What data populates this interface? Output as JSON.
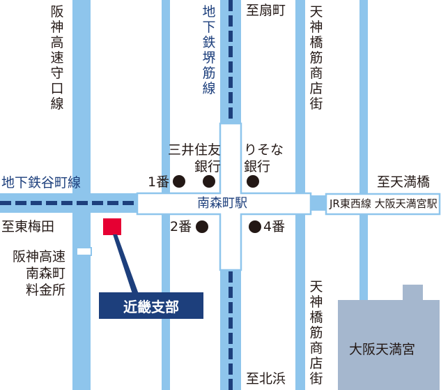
{
  "labels": {
    "hanshin_moriguchi": "阪神高速守口線",
    "subway_sakaisuji": "地下鉄堺筋線",
    "to_ogimachi": "至扇町",
    "tenjinbashisuji_north": "天神橋筋商店街",
    "sumitomo_bank": "三井住友\n銀行",
    "resona_bank": "りそな\n銀行",
    "subway_tanimachi": "地下鉄谷町線",
    "to_tenma": "至天満橋",
    "exit_1": "1番",
    "minamimorimachi_station": "南森町駅",
    "jr_station": "JR東西線 大阪天満宮駅",
    "to_higashiumeda": "至東梅田",
    "exit_2": "2番",
    "exit_4": "4番",
    "hanshin_tollgate": "阪神高速\n南森町\n料金所",
    "kinki_branch": "近畿支部",
    "tenjinbashisuji_south": "天神橋筋商店街",
    "osaka_tenmangu": "大阪天満宮",
    "to_kitahama": "至北浜"
  },
  "colors": {
    "road": "#8ec5ec",
    "subway_line": "#1d3f7c",
    "branch_marker": "#e60033",
    "label_box": "#1d3f7c",
    "shrine": "#a5b7ce"
  },
  "icons": {
    "branch_marker": "red-square",
    "exits": "black-circle"
  }
}
